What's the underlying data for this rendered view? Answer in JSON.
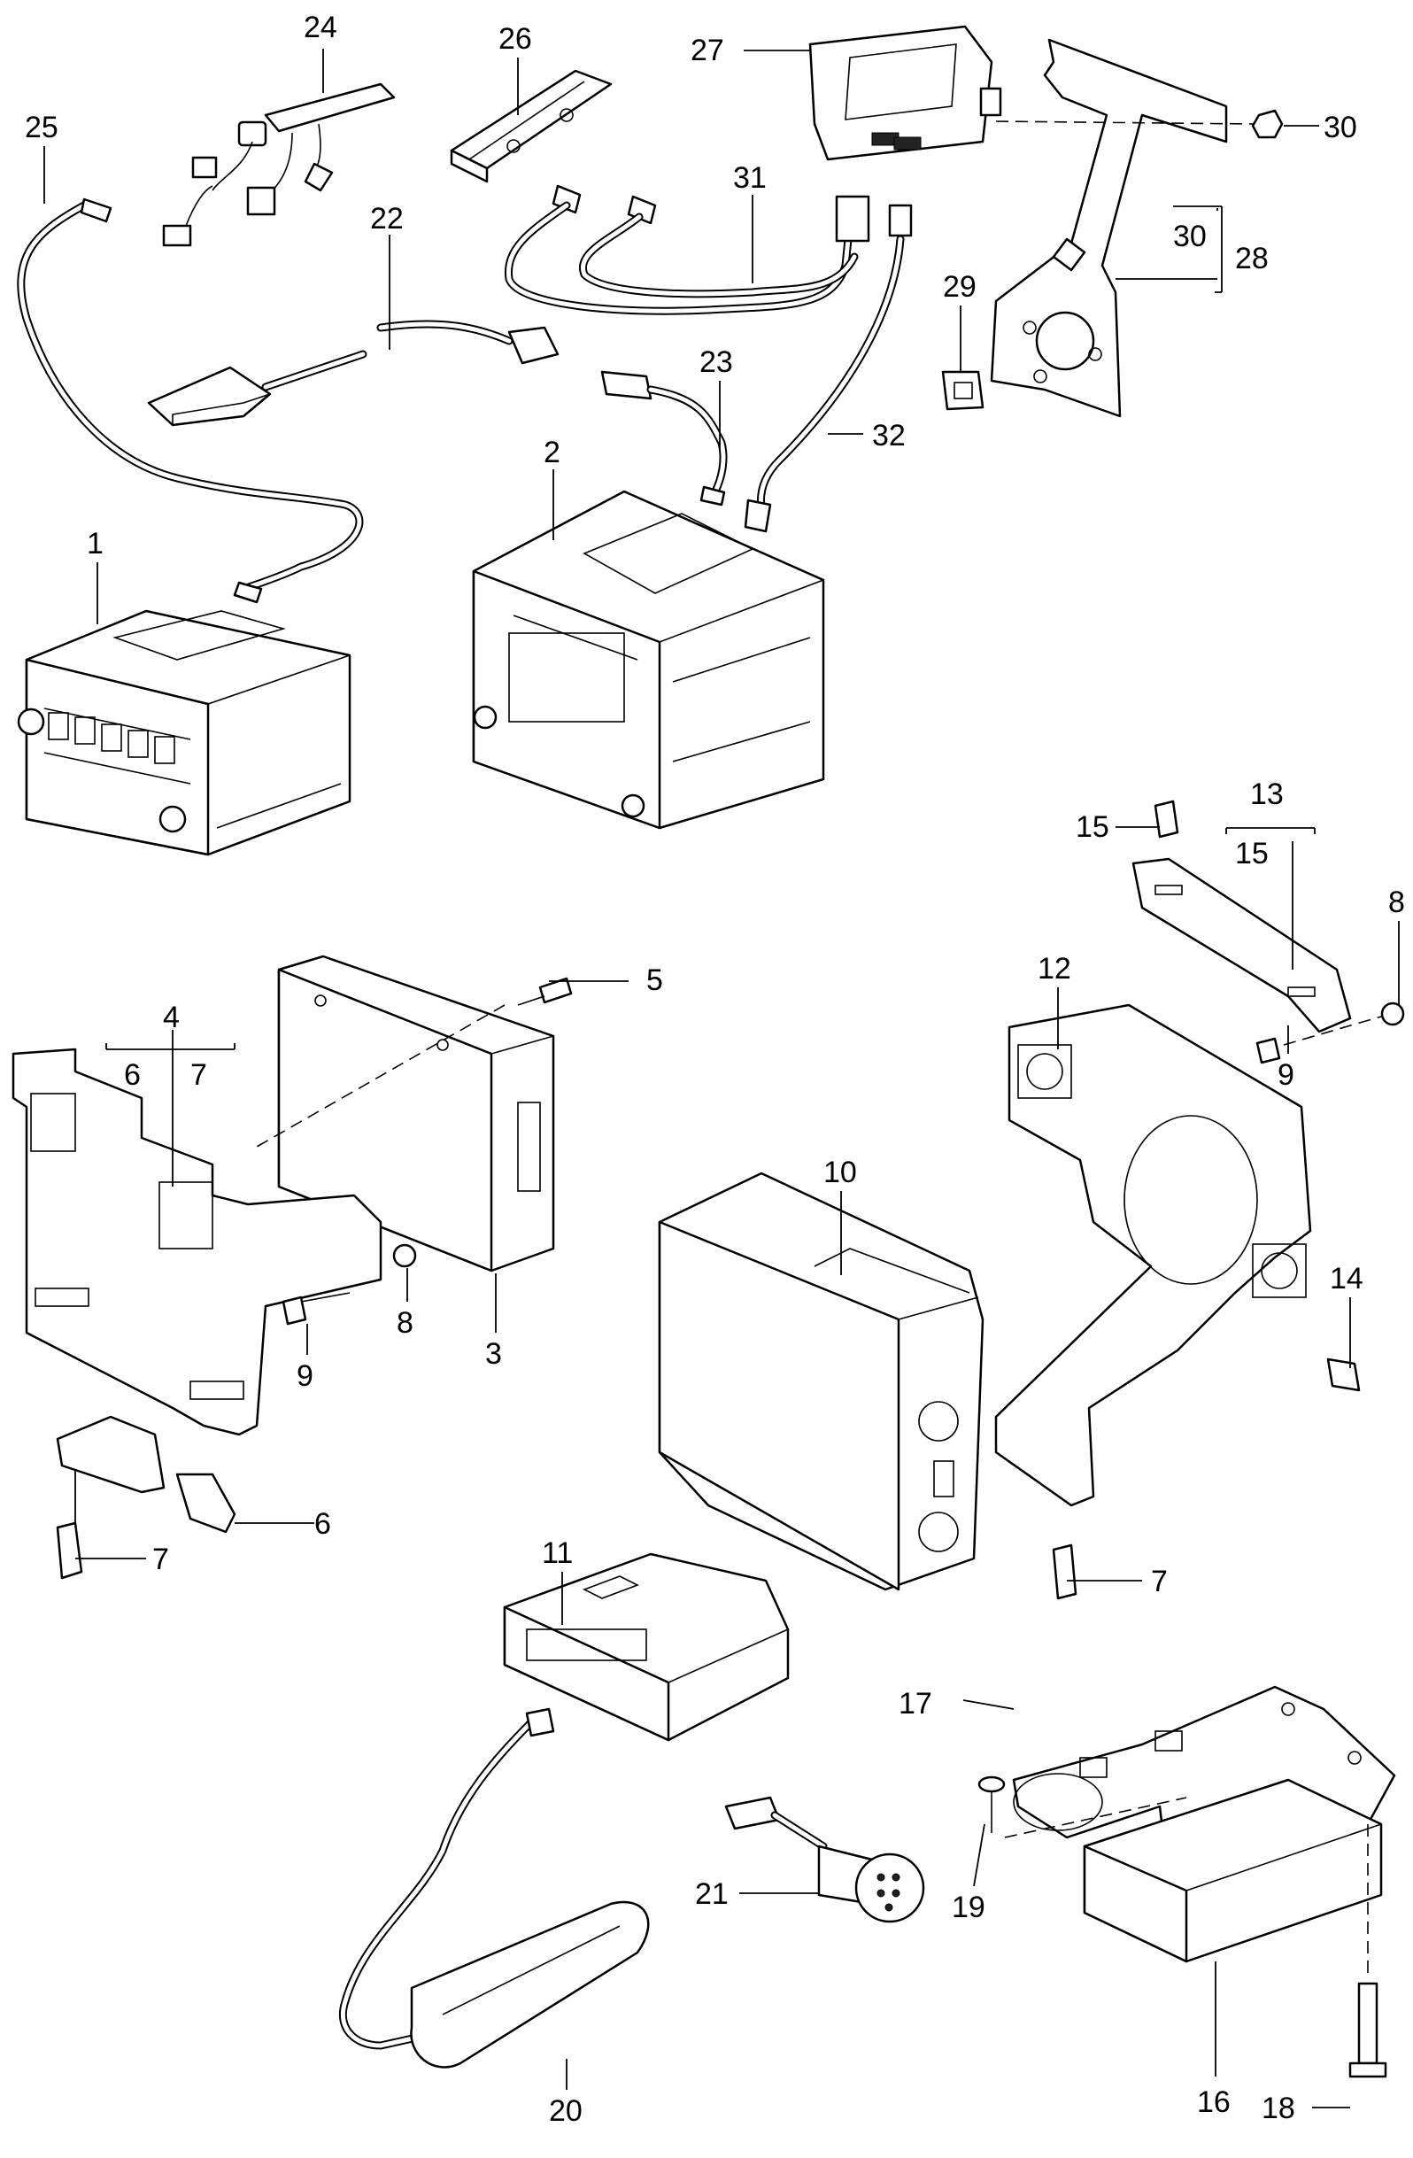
{
  "diagram": {
    "callouts": {
      "c1": "1",
      "c2": "2",
      "c3": "3",
      "c4": "4",
      "c4a": "6",
      "c4b": "7",
      "c5": "5",
      "c6": "6",
      "c7a": "7",
      "c7b": "7",
      "c8a": "8",
      "c8b": "8",
      "c9a": "9",
      "c9b": "9",
      "c10": "10",
      "c11": "11",
      "c12": "12",
      "c13": "13",
      "c13a": "15",
      "c14": "14",
      "c15": "15",
      "c16": "16",
      "c17": "17",
      "c18": "18",
      "c19": "19",
      "c20": "20",
      "c21": "21",
      "c22": "22",
      "c23": "23",
      "c24": "24",
      "c25": "25",
      "c26": "26",
      "c27": "27",
      "c28": "28",
      "c28a": "30",
      "c29": "29",
      "c30": "30",
      "c31": "31",
      "c32": "32"
    }
  }
}
